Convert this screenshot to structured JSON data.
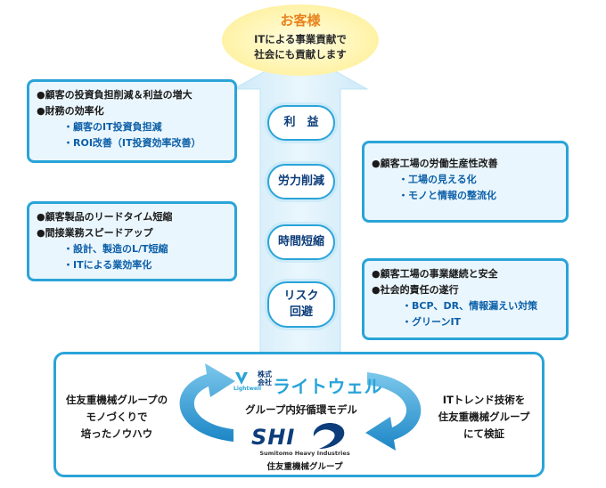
{
  "customer": {
    "title": "お客様",
    "subtitle_line1": "ITによる事業貢献で",
    "subtitle_line2": "社会にも貢献します"
  },
  "pillars": [
    {
      "label_line1": "利　益",
      "label_line2": ""
    },
    {
      "label_line1": "労力削減",
      "label_line2": ""
    },
    {
      "label_line1": "時間短縮",
      "label_line2": ""
    },
    {
      "label_line1": "リスク",
      "label_line2": "回避"
    }
  ],
  "boxes": {
    "profit": {
      "main1": "●顧客の投資負担削減＆利益の増大",
      "main2": "●財務の効率化",
      "sub1": "・顧客のIT投資負担減",
      "sub2": "・ROI改善（IT投資効率改善）"
    },
    "labor": {
      "main1": "●顧客工場の労働生産性改善",
      "sub1": "・工場の見える化",
      "sub2": "・モノと情報の整流化"
    },
    "time": {
      "main1": "●顧客製品のリードタイム短縮",
      "main2": "●間接業務スピードアップ",
      "sub1": "・設計、製造のL/T短縮",
      "sub2": "・ITによる業効率化"
    },
    "risk": {
      "main1": "●顧客工場の事業継続と安全",
      "main2": "●社会的責任の遂行",
      "sub1": "・BCP、DR、情報漏えい対策",
      "sub2": "・グリーンIT"
    }
  },
  "bottom": {
    "left_line1": "住友重機械グループの",
    "left_line2": "モノづくりで",
    "left_line3": "培ったノウハウ",
    "right_line1": "ITトレンド技術を",
    "right_line2": "住友重機械グループ",
    "right_line3": "にて検証",
    "lightwell_mark": "Lightwell",
    "lightwell_corp": "株式\n会社",
    "lightwell_name": "ライトウェル",
    "model_label": "グループ内好循環モデル",
    "shi_logo": "SHI",
    "shi_en": "Sumitomo Heavy Industries",
    "shi_jp": "住友重機械グループ"
  },
  "colors": {
    "accent": "#2aa4d8",
    "pillar": "#bfe4f6",
    "box_fill": "#eaf6fd",
    "customer_oval": "#fff6a8",
    "title_orange": "#e8821e",
    "navy": "#0c3d7a"
  }
}
